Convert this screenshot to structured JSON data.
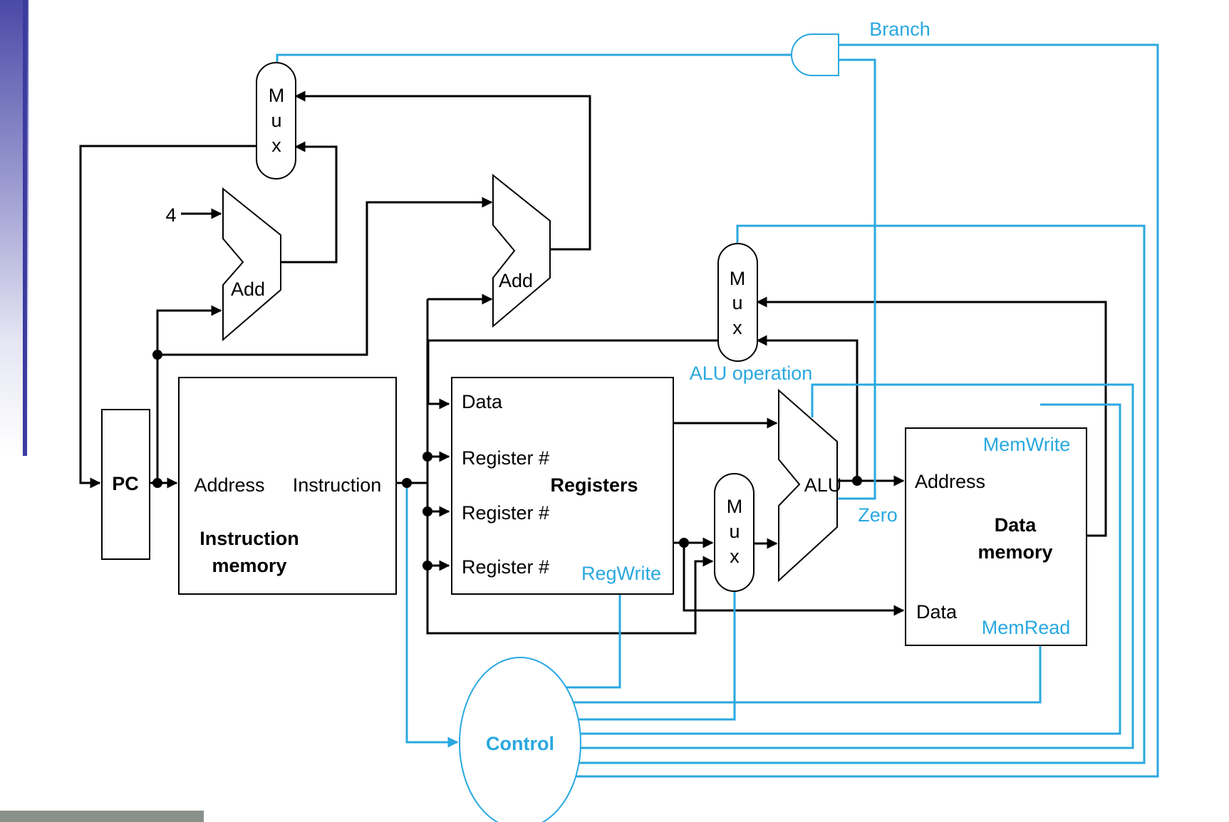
{
  "colors": {
    "accent": "#29a8e0",
    "ink": "#000000",
    "strip": "#3b3ba0",
    "footer": "#8a918a"
  },
  "pc": {
    "label": "PC"
  },
  "four": {
    "label": "4"
  },
  "adders": {
    "pc_add": "Add",
    "branch_add": "Add"
  },
  "mux": {
    "letters": [
      "M",
      "u",
      "x"
    ]
  },
  "instruction_memory": {
    "address": "Address",
    "instruction": "Instruction",
    "title_line1": "Instruction",
    "title_line2": "memory"
  },
  "registers": {
    "data": "Data",
    "reg1": "Register #",
    "reg2": "Register #",
    "reg3": "Register #",
    "title": "Registers",
    "regwrite": "RegWrite"
  },
  "alu": {
    "label": "ALU",
    "zero": "Zero",
    "operation": "ALU operation"
  },
  "data_memory": {
    "memwrite": "MemWrite",
    "address": "Address",
    "title_line1": "Data",
    "title_line2": "memory",
    "data": "Data",
    "memread": "MemRead"
  },
  "control": {
    "label": "Control"
  },
  "branch": {
    "label": "Branch"
  }
}
